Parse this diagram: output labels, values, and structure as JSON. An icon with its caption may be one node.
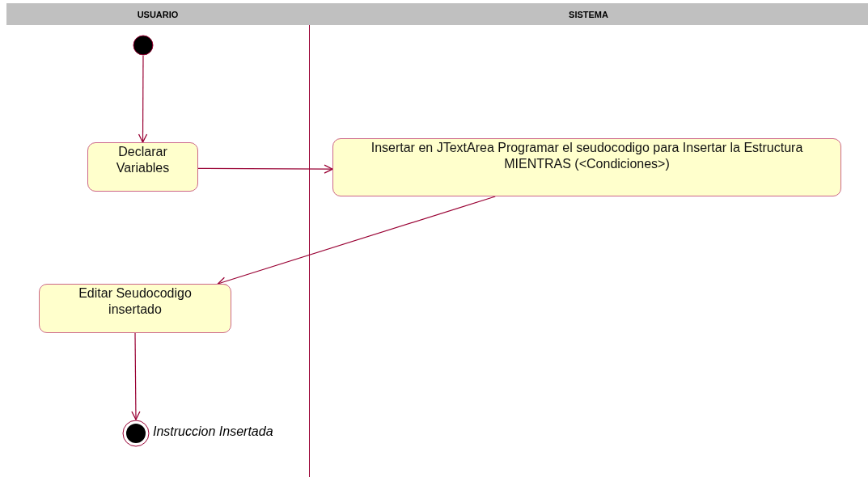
{
  "diagram": {
    "nodes": [
      {
        "text": [
          "USUARIO"
        ]
      },
      {
        "text": [
          "SISTEMA"
        ]
      },
      {
        "text": [],
        "shape": "circle"
      },
      {
        "text": [
          "Declarar Variables"
        ]
      },
      {
        "text": [
          "Insertar en JTextArea Programar el seudocodigo para Insertar la Estructura MIENTRAS (<Condiciones>)"
        ]
      },
      {
        "text": [
          "Editar Seudocodigo insertado"
        ]
      },
      {
        "text": [],
        "shape": "bullseye",
        "beside": [
          "Instruccion Insertada"
        ]
      }
    ],
    "edges": [
      {
        "from": 2,
        "to": 3,
        "arrow": "to"
      },
      {
        "from": 3,
        "to": 4,
        "arrow": "to"
      },
      {
        "from": 4,
        "to": 5,
        "arrow": "to"
      },
      {
        "from": 5,
        "to": 6,
        "arrow": "to"
      }
    ]
  }
}
